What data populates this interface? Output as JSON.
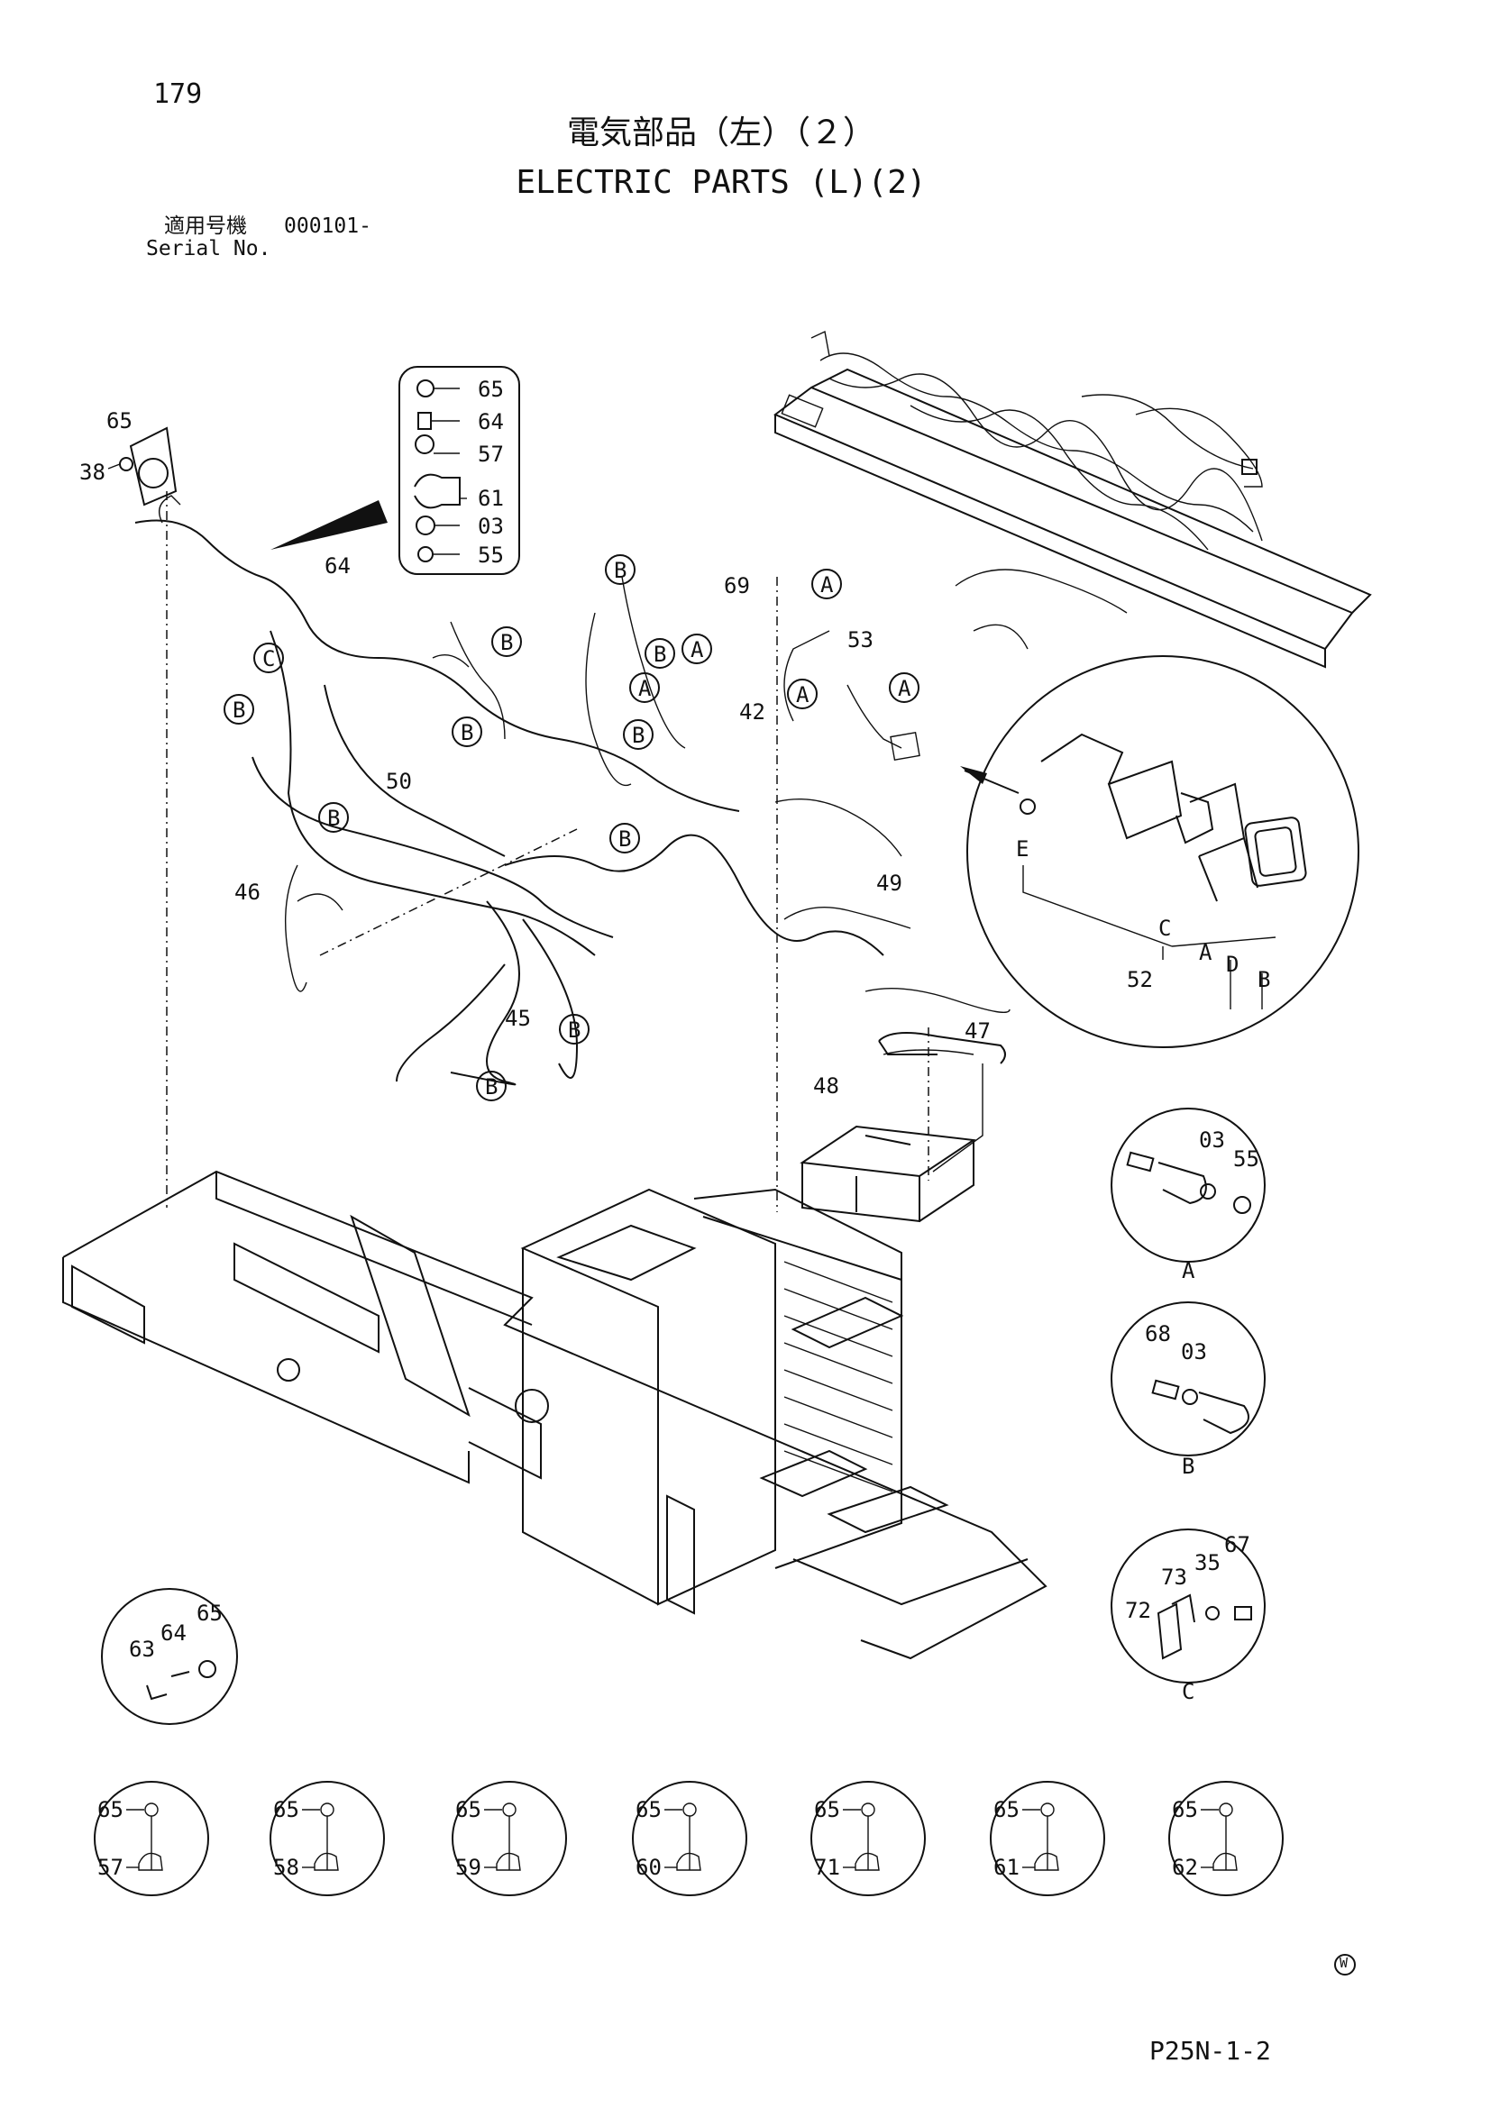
{
  "header": {
    "page_number": "179",
    "title_jp": "電気部品（左）（２）",
    "title_en": "ELECTRIC PARTS (L)(2)",
    "applicable_label_jp": "適用号機",
    "serial_value": "000101-",
    "serial_label_en": "Serial No."
  },
  "callouts": {
    "c65a": "65",
    "c38": "38",
    "c64a": "64",
    "stack_65": "65",
    "stack_64": "64",
    "stack_57": "57",
    "stack_61": "61",
    "stack_03": "03",
    "stack_55": "55",
    "c50": "50",
    "c46": "46",
    "c45": "45",
    "c69": "69",
    "c53": "53",
    "c42": "42",
    "c49": "49",
    "c47": "47",
    "c48": "48",
    "c52": "52"
  },
  "ref_letters": {
    "A": "A",
    "B": "B",
    "C": "C",
    "D": "D",
    "E": "E"
  },
  "detail_A": {
    "n03": "03",
    "n55": "55",
    "label": "A"
  },
  "detail_B": {
    "n68": "68",
    "n03": "03",
    "label": "B"
  },
  "detail_C": {
    "n73": "73",
    "n35": "35",
    "n67": "67",
    "n72": "72",
    "label": "C"
  },
  "detail_D": {
    "n63": "63",
    "n64": "64",
    "n65": "65"
  },
  "clamp_details": [
    {
      "bolt": "65",
      "clamp": "57"
    },
    {
      "bolt": "65",
      "clamp": "58"
    },
    {
      "bolt": "65",
      "clamp": "59"
    },
    {
      "bolt": "65",
      "clamp": "60"
    },
    {
      "bolt": "65",
      "clamp": "71"
    },
    {
      "bolt": "65",
      "clamp": "61"
    },
    {
      "bolt": "65",
      "clamp": "62"
    }
  ],
  "footer": {
    "mark": "W",
    "code": "P25N-1-2"
  }
}
